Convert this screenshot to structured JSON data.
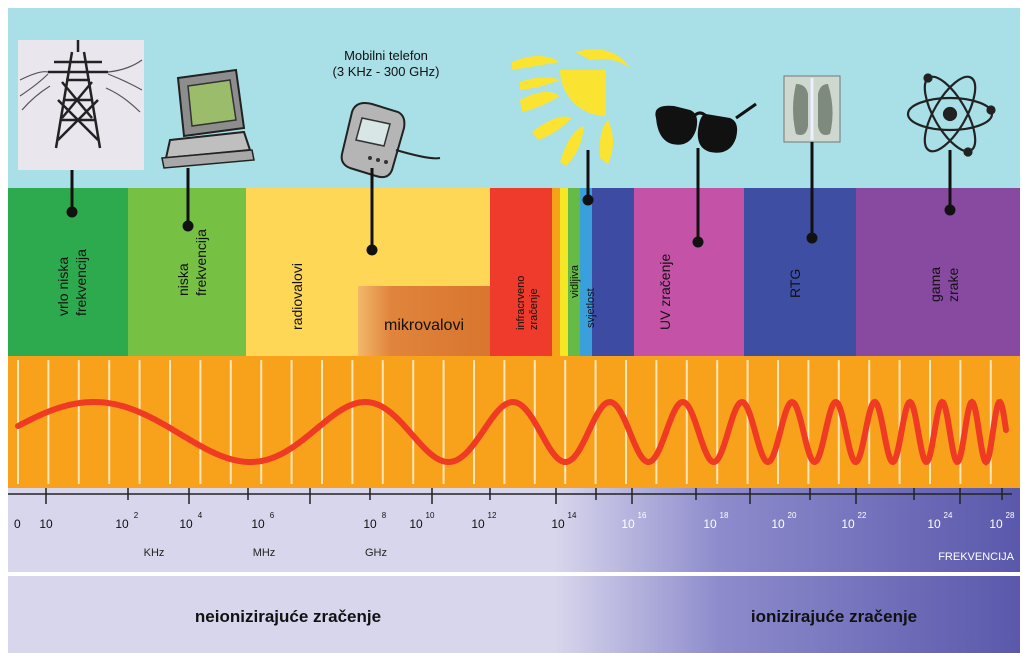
{
  "caption_phone": [
    "Mobilni telefon",
    "(3 KHz - 300 GHz)"
  ],
  "bands": {
    "vlf": [
      "vrlo niska",
      "frekvencija"
    ],
    "lf": [
      "niska",
      "frekvencija"
    ],
    "radio": [
      "radiovalovi"
    ],
    "micro": "mikrovalovi",
    "ir": [
      "infracrveno",
      "zračenje"
    ],
    "vis": [
      "vidljiva",
      "svjetlost"
    ],
    "uv": [
      "UV zračenje"
    ],
    "xray": [
      "RTG"
    ],
    "gamma": [
      "gama",
      "zrake"
    ]
  },
  "scale": {
    "zero": "0",
    "ticks": [
      {
        "base": "10",
        "exp": ""
      },
      {
        "base": "10",
        "exp": "2"
      },
      {
        "base": "10",
        "exp": "4"
      },
      {
        "base": "10",
        "exp": "6"
      },
      {
        "base": "10",
        "exp": "8"
      },
      {
        "base": "10",
        "exp": "10"
      },
      {
        "base": "10",
        "exp": "12"
      },
      {
        "base": "10",
        "exp": "14"
      },
      {
        "base": "10",
        "exp": "16"
      },
      {
        "base": "10",
        "exp": "18"
      },
      {
        "base": "10",
        "exp": "20"
      },
      {
        "base": "10",
        "exp": "22"
      },
      {
        "base": "10",
        "exp": "24"
      },
      {
        "base": "10",
        "exp": "28"
      }
    ],
    "units": [
      "KHz",
      "MHz",
      "GHz"
    ],
    "axis_label": "FREKVENCIJA"
  },
  "footer": {
    "non_ionizing": "neionizirajuće zračenje",
    "ionizing": "ionizirajuće zračenje"
  },
  "icons": [
    "power-pylon-icon",
    "computer-icon",
    "mobile-phone-icon",
    "sun-icon",
    "sunglasses-icon",
    "x-ray-icon",
    "atom-icon"
  ],
  "colors": {
    "sky": "#a9dfe6",
    "wave_band": "#f7a21a",
    "wave": "#ef3b24",
    "non_ionizing_bg": "#d8d6ec",
    "ionizing_bg": "#4f4fa6"
  }
}
